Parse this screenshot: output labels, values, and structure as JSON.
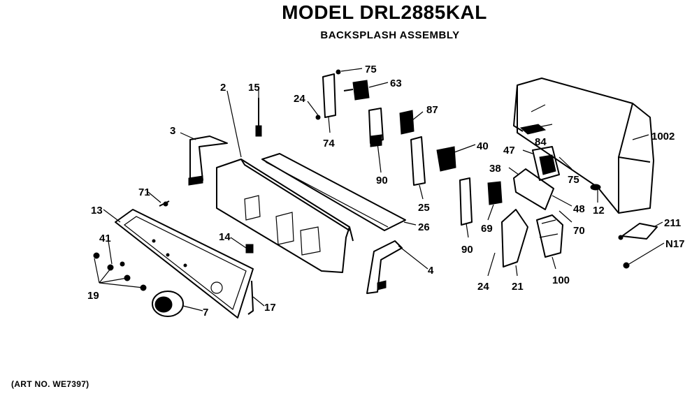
{
  "header": {
    "model": "MODEL DRL2885KAL",
    "assembly": "BACKSPLASH ASSEMBLY"
  },
  "footer": {
    "art_no": "(ART NO. WE7397)"
  },
  "callouts": [
    {
      "id": "c-75a",
      "text": "75"
    },
    {
      "id": "c-63",
      "text": "63"
    },
    {
      "id": "c-24a",
      "text": "24"
    },
    {
      "id": "c-74",
      "text": "74"
    },
    {
      "id": "c-2",
      "text": "2"
    },
    {
      "id": "c-15",
      "text": "15"
    },
    {
      "id": "c-3",
      "text": "3"
    },
    {
      "id": "c-87",
      "text": "87"
    },
    {
      "id": "c-90a",
      "text": "90"
    },
    {
      "id": "c-25",
      "text": "25"
    },
    {
      "id": "c-40",
      "text": "40"
    },
    {
      "id": "c-1002",
      "text": "1002"
    },
    {
      "id": "c-84",
      "text": "84"
    },
    {
      "id": "c-47",
      "text": "47"
    },
    {
      "id": "c-75b",
      "text": "75"
    },
    {
      "id": "c-38",
      "text": "38"
    },
    {
      "id": "c-12",
      "text": "12"
    },
    {
      "id": "c-48",
      "text": "48"
    },
    {
      "id": "c-70",
      "text": "70"
    },
    {
      "id": "c-211",
      "text": "211"
    },
    {
      "id": "c-n17",
      "text": "N17"
    },
    {
      "id": "c-71",
      "text": "71"
    },
    {
      "id": "c-13",
      "text": "13"
    },
    {
      "id": "c-26",
      "text": "26"
    },
    {
      "id": "c-14",
      "text": "14"
    },
    {
      "id": "c-41",
      "text": "41"
    },
    {
      "id": "c-19",
      "text": "19"
    },
    {
      "id": "c-4",
      "text": "4"
    },
    {
      "id": "c-69",
      "text": "69"
    },
    {
      "id": "c-90b",
      "text": "90"
    },
    {
      "id": "c-24b",
      "text": "24"
    },
    {
      "id": "c-21",
      "text": "21"
    },
    {
      "id": "c-100",
      "text": "100"
    },
    {
      "id": "c-7",
      "text": "7"
    },
    {
      "id": "c-17",
      "text": "17"
    }
  ]
}
